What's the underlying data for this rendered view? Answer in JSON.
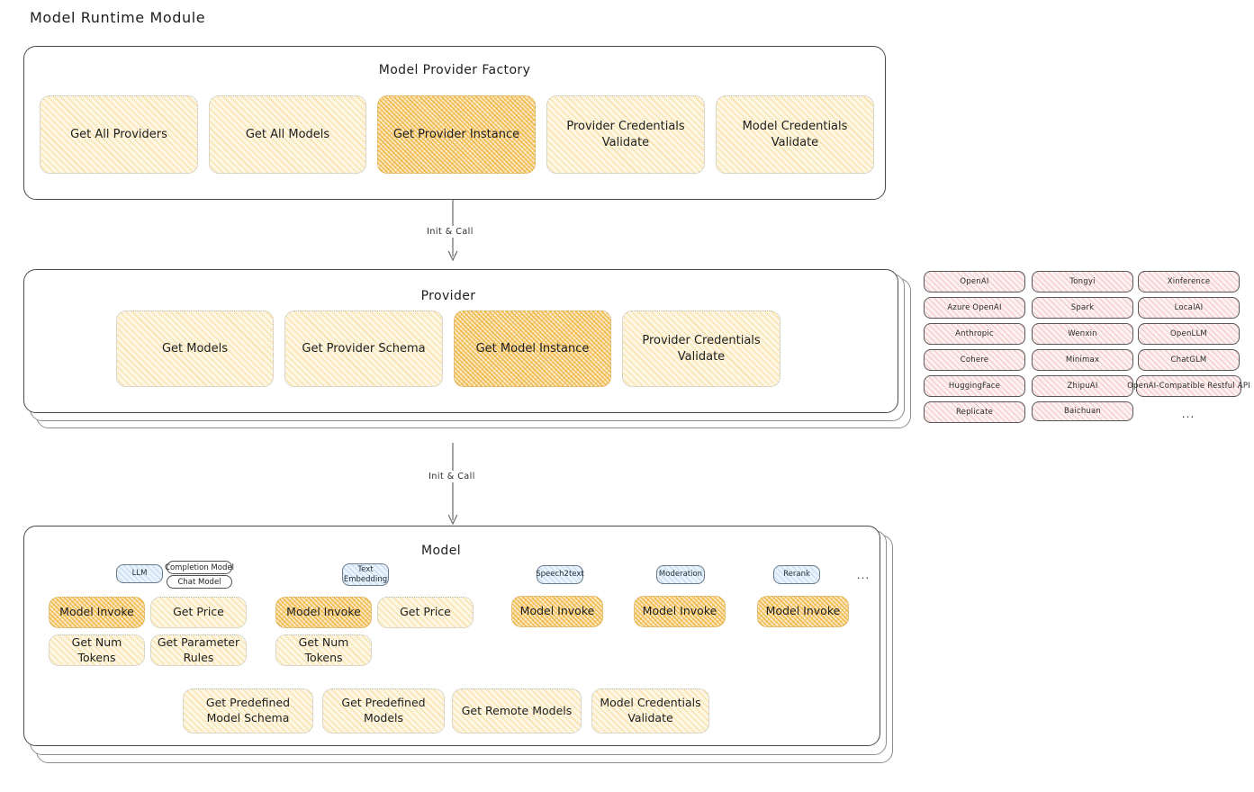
{
  "page": {
    "title": "Model Runtime Module"
  },
  "factory": {
    "title": "Model Provider Factory",
    "items": [
      {
        "label": "Get All Providers",
        "highlighted": false
      },
      {
        "label": "Get All Models",
        "highlighted": false
      },
      {
        "label": "Get Provider Instance",
        "highlighted": true
      },
      {
        "label": "Provider Credentials Validate",
        "highlighted": false
      },
      {
        "label": "Model Credentials Validate",
        "highlighted": false
      }
    ]
  },
  "arrows": [
    {
      "label": "Init & Call"
    },
    {
      "label": "Init & Call"
    }
  ],
  "provider": {
    "title": "Provider",
    "items": [
      {
        "label": "Get Models",
        "highlighted": false
      },
      {
        "label": "Get Provider Schema",
        "highlighted": false
      },
      {
        "label": "Get Model Instance",
        "highlighted": true
      },
      {
        "label": "Provider Credentials Validate",
        "highlighted": false
      }
    ]
  },
  "provider_list": {
    "column1": [
      "OpenAI",
      "Azure OpenAI",
      "Anthropic",
      "Cohere",
      "HuggingFace",
      "Replicate"
    ],
    "column2": [
      "Tongyi",
      "Spark",
      "Wenxin",
      "Minimax",
      "ZhipuAI",
      "Baichuan"
    ],
    "column3": [
      "Xinference",
      "LocalAI",
      "OpenLLM",
      "ChatGLM",
      "OpenAI-Compatible Restful API"
    ],
    "more": "..."
  },
  "model": {
    "title": "Model",
    "more": "...",
    "types": [
      {
        "name": "LLM",
        "subtypes": [
          "Completion Model",
          "Chat Model"
        ],
        "methods": [
          {
            "label": "Model Invoke",
            "highlighted": true
          },
          {
            "label": "Get Price",
            "highlighted": false
          },
          {
            "label": "Get Num Tokens",
            "highlighted": false
          },
          {
            "label": "Get Parameter Rules",
            "highlighted": false
          }
        ]
      },
      {
        "name": "Text Embedding",
        "subtypes": [],
        "methods": [
          {
            "label": "Model Invoke",
            "highlighted": true
          },
          {
            "label": "Get Price",
            "highlighted": false
          },
          {
            "label": "Get Num Tokens",
            "highlighted": false
          }
        ]
      },
      {
        "name": "Speech2text",
        "subtypes": [],
        "methods": [
          {
            "label": "Model Invoke",
            "highlighted": true
          }
        ]
      },
      {
        "name": "Moderation",
        "subtypes": [],
        "methods": [
          {
            "label": "Model Invoke",
            "highlighted": true
          }
        ]
      },
      {
        "name": "Rerank",
        "subtypes": [],
        "methods": [
          {
            "label": "Model Invoke",
            "highlighted": true
          }
        ]
      }
    ],
    "common_methods": [
      "Get Predefined Model Schema",
      "Get Predefined Models",
      "Get Remote Models",
      "Model Credentials Validate"
    ]
  },
  "colors": {
    "highlight_fill": "#f0b43e",
    "box_fill": "#f6cb6c",
    "provider_chip_fill": "#e79898",
    "model_type_chip_fill": "#8cbae0",
    "border": "#4a4a4a",
    "text": "#1e1e1e"
  }
}
